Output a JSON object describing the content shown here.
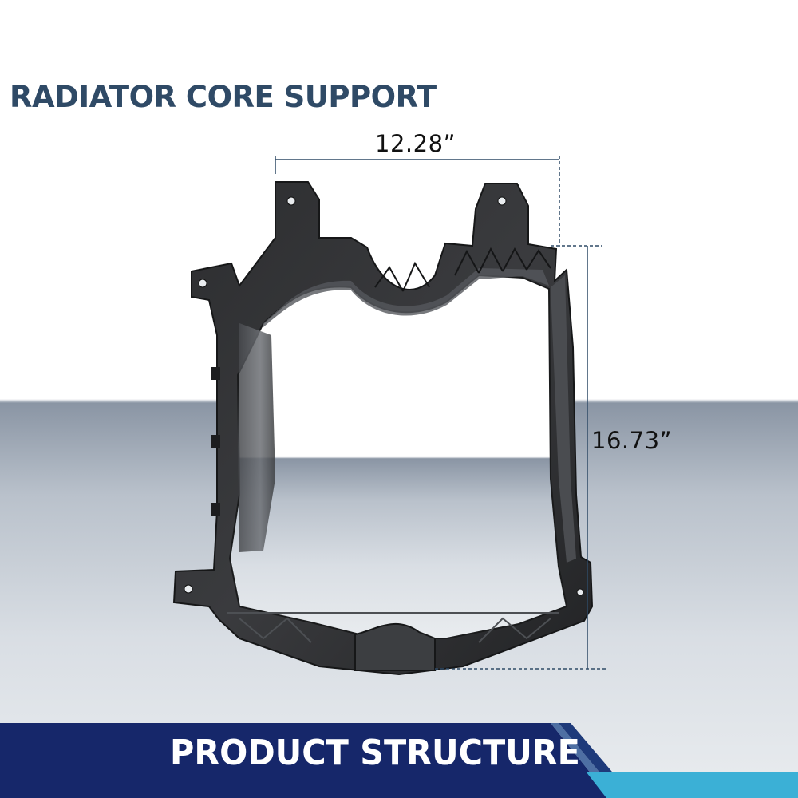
{
  "heading": "RADIATOR CORE SUPPORT",
  "dimensions": {
    "width": "12.28”",
    "height": "16.73”"
  },
  "footer": {
    "label": "PRODUCT STRUCTURE"
  },
  "colors": {
    "heading": "#2f4a66",
    "footer_band": "#16276a",
    "footer_accent": "#3bb0d6",
    "dimension_line": "#2f4a66",
    "part": "#2a2b2d"
  }
}
